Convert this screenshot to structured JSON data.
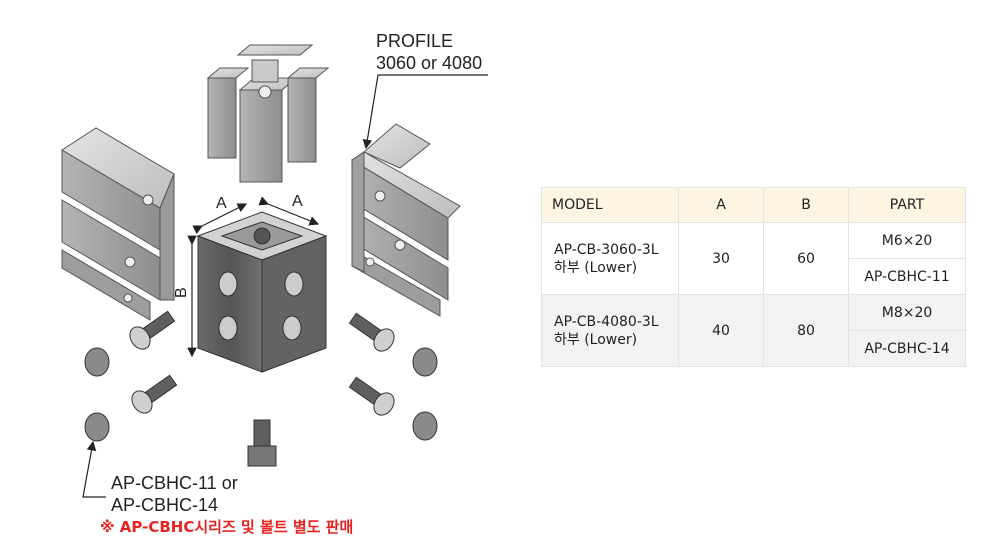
{
  "callouts": {
    "profile_line1": "PROFILE",
    "profile_line2": "3060 or 4080",
    "a_label": "A",
    "b_label": "B",
    "cap_line1": "AP-CBHC-11 or",
    "cap_line2": "AP-CBHC-14",
    "note": "※ AP-CBHC시리즈 및 볼트 별도 판매"
  },
  "table": {
    "headers": {
      "model": "MODEL",
      "a": "A",
      "b": "B",
      "part": "PART"
    },
    "rows": [
      {
        "model_line1": "AP-CB-3060-3L",
        "model_line2": "하부 (Lower)",
        "a": "30",
        "b": "60",
        "part1": "M6×20",
        "part2": "AP-CBHC-11"
      },
      {
        "model_line1": "AP-CB-4080-3L",
        "model_line2": "하부 (Lower)",
        "a": "40",
        "b": "80",
        "part1": "M8×20",
        "part2": "AP-CBHC-14"
      }
    ]
  },
  "colors": {
    "note_red": "#e8231f",
    "header_bg": "#fdf5e2",
    "row_alt_bg": "#f2f2f2",
    "metal": "#a9a9a9"
  }
}
